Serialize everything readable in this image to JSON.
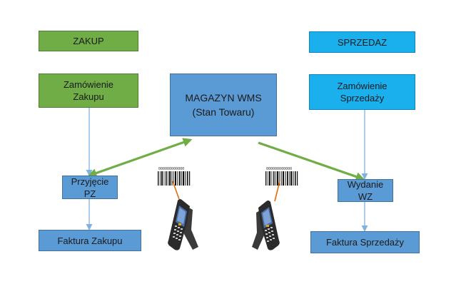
{
  "nodes": {
    "zakup": {
      "label": "ZAKUP"
    },
    "sprzedaz": {
      "label": "SPRZEDAZ"
    },
    "zamowienie_zakupu": {
      "label": "Zamówienie\nZakupu"
    },
    "magazyn": {
      "label": "MAGAZYN WMS\n(Stan Towaru)"
    },
    "zamowienie_sprzedazy": {
      "label": "Zamówienie\nSprzedaży"
    },
    "przyjecie": {
      "label": "Przyjęcie\nPZ"
    },
    "wydanie": {
      "label": "Wydanie\nWZ"
    },
    "faktura_zakupu": {
      "label": "Faktura Zakupu"
    },
    "faktura_sprzedazy": {
      "label": "Faktura Sprzedaży"
    }
  },
  "colors": {
    "green": "#70ad47",
    "cyan": "#1ab0ee",
    "blue": "#5b9bd5",
    "thin_arrow": "#7fb2e0",
    "thick_arrow": "#70ad47",
    "scanner_beam": "#e46c0a"
  },
  "devices": [
    {
      "type": "handheld-barcode-scanner",
      "icon": "barcode-icon"
    },
    {
      "type": "handheld-barcode-scanner",
      "icon": "barcode-icon"
    }
  ]
}
